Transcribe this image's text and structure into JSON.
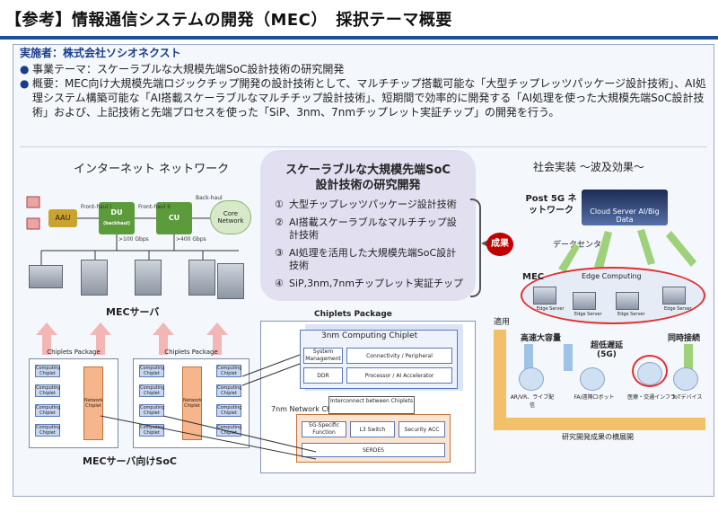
{
  "header": {
    "title": "【参考】情報通信システムの開発（MEC）　採択テーマ概要"
  },
  "summary": {
    "implementer": "実施者：株式会社ソシオネクスト",
    "theme": "事業テーマ：スケーラブルな大規模先端SoC設計技術の研究開発",
    "overview": "概要：MEC向け大規模先端ロジックチップ開発の設計技術として、マルチチップ搭載可能な「大型チップレッツパッケージ設計技術」、AI処理システム構築可能な「AI搭載スケーラブルなマルチチップ設計技術」、短期間で効率的に開発する「AI処理を使った大規模先端SoC設計技術」および、上記技術と先端プロセスを使った「SiP、3nm、7nmチップレット実証チップ」の開発を行う。"
  },
  "left": {
    "net_title": "インターネット ネットワーク",
    "aau": "AAU",
    "du": "DU",
    "du_sub": "(backhaul)",
    "cu": "CU",
    "core": "Core Network",
    "fronthaul1": "Front-haul I",
    "fronthaul2": "Front-haul II",
    "backhaul": "Back-haul",
    "lat1": ">100 Gbps",
    "lat2": ">400 Gbps",
    "mec_server": "MECサーバ",
    "pkg_title": "Chiplets Package",
    "computing_chiplet": "Computing Chiplet",
    "network_chiplet": "Network Chiplet",
    "mec_soc": "MECサーバ向けSoC"
  },
  "center": {
    "title_line1": "スケーラブルな大規模先端SoC",
    "title_line2": "設計技術の研究開発",
    "topics": [
      {
        "num": "①",
        "text": "大型チップレッツパッケージ設計技術"
      },
      {
        "num": "②",
        "text": "AI搭載スケーラブルなマルチチップ設計技術"
      },
      {
        "num": "③",
        "text": "AI処理を活用した大規模先端SoC設計技術"
      },
      {
        "num": "④",
        "text": "SiP,3nm,7nmチップレット実証チップ"
      }
    ],
    "cp_title": "Chiplets Package",
    "cc3_title": "3nm Computing Chiplet",
    "sys_mgmt": "System Management",
    "conn": "Connectivity / Peripheral",
    "ddr": "DDR",
    "proc": "Processor / AI Accelerator",
    "nm7_label": "7nm Network Chiplet",
    "interconnect": "Interconnect between Chiplets",
    "fn5g": "5G-Specific Function",
    "l3": "L3 Switch",
    "security": "Security ACC",
    "serdes": "SERDES"
  },
  "right": {
    "result": "成果",
    "social": "社会実装 ～波及効果～",
    "post5g": "Post 5G ネットワーク",
    "cloud": "Cloud Server AI/Big Data",
    "datacenter": "データセンター",
    "mec": "MEC",
    "edge": "Edge Computing",
    "edge_server": "Edge Server",
    "apply": "適用",
    "hc": "高速大容量",
    "ll": "超低遅延 (5G)",
    "mc": "同時接続",
    "apps": [
      "AR/VR、ライブ配信",
      "FA/遠隔ロボット",
      "医療・交通インフラ",
      "IoTデバイス"
    ],
    "deploy": "研究開発成果の横展開"
  }
}
